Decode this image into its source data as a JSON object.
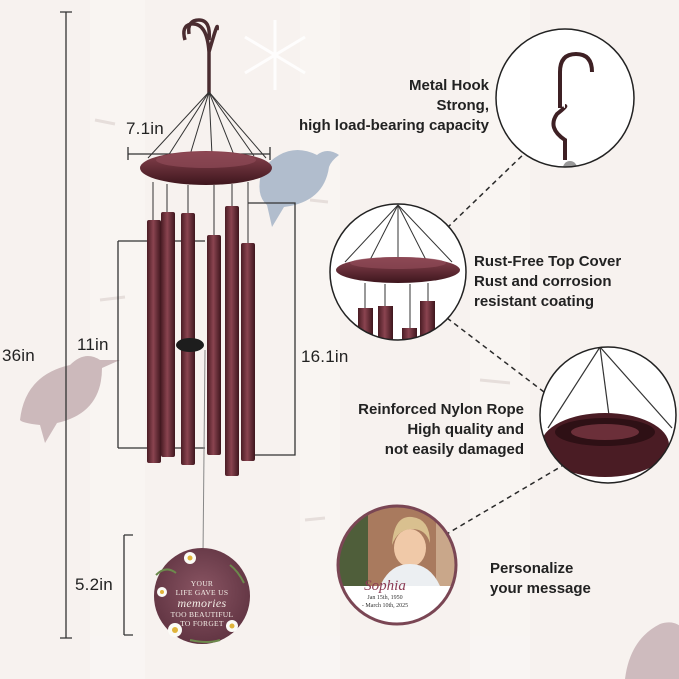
{
  "dimensions": {
    "total_height": "36in",
    "top_width": "7.1in",
    "tube_length": "11in",
    "chime_length": "16.1in",
    "plaque_size": "5.2in"
  },
  "features": {
    "hook": {
      "lines": [
        "Metal Hook",
        "Strong,",
        "high load-bearing capacity"
      ]
    },
    "top_cover": {
      "lines": [
        "Rust-Free Top Cover",
        "Rust and corrosion",
        "resistant coating"
      ]
    },
    "rope": {
      "lines": [
        "Reinforced Nylon Rope",
        "High quality and",
        "not easily damaged"
      ]
    },
    "personalize": {
      "lines": [
        "Personalize",
        "your message"
      ]
    }
  },
  "plaque": {
    "lines": [
      "YOUR",
      "LIFE GAVE US",
      "memories",
      "TOO BEAUTIFUL",
      "TO FORGET"
    ]
  },
  "photo_card": {
    "name": "Sophia",
    "dates": [
      "Jan 15th, 1950",
      "- March 10th, 2025"
    ]
  },
  "colors": {
    "background": "#f7f2ef",
    "metal": "#6e2f38",
    "metal_dark": "#4a1c24",
    "plaque": "#7a4654",
    "dashed_line": "#2a2a2a",
    "bird": "#c7b2b5",
    "bird_blue": "#a9b7c9"
  }
}
